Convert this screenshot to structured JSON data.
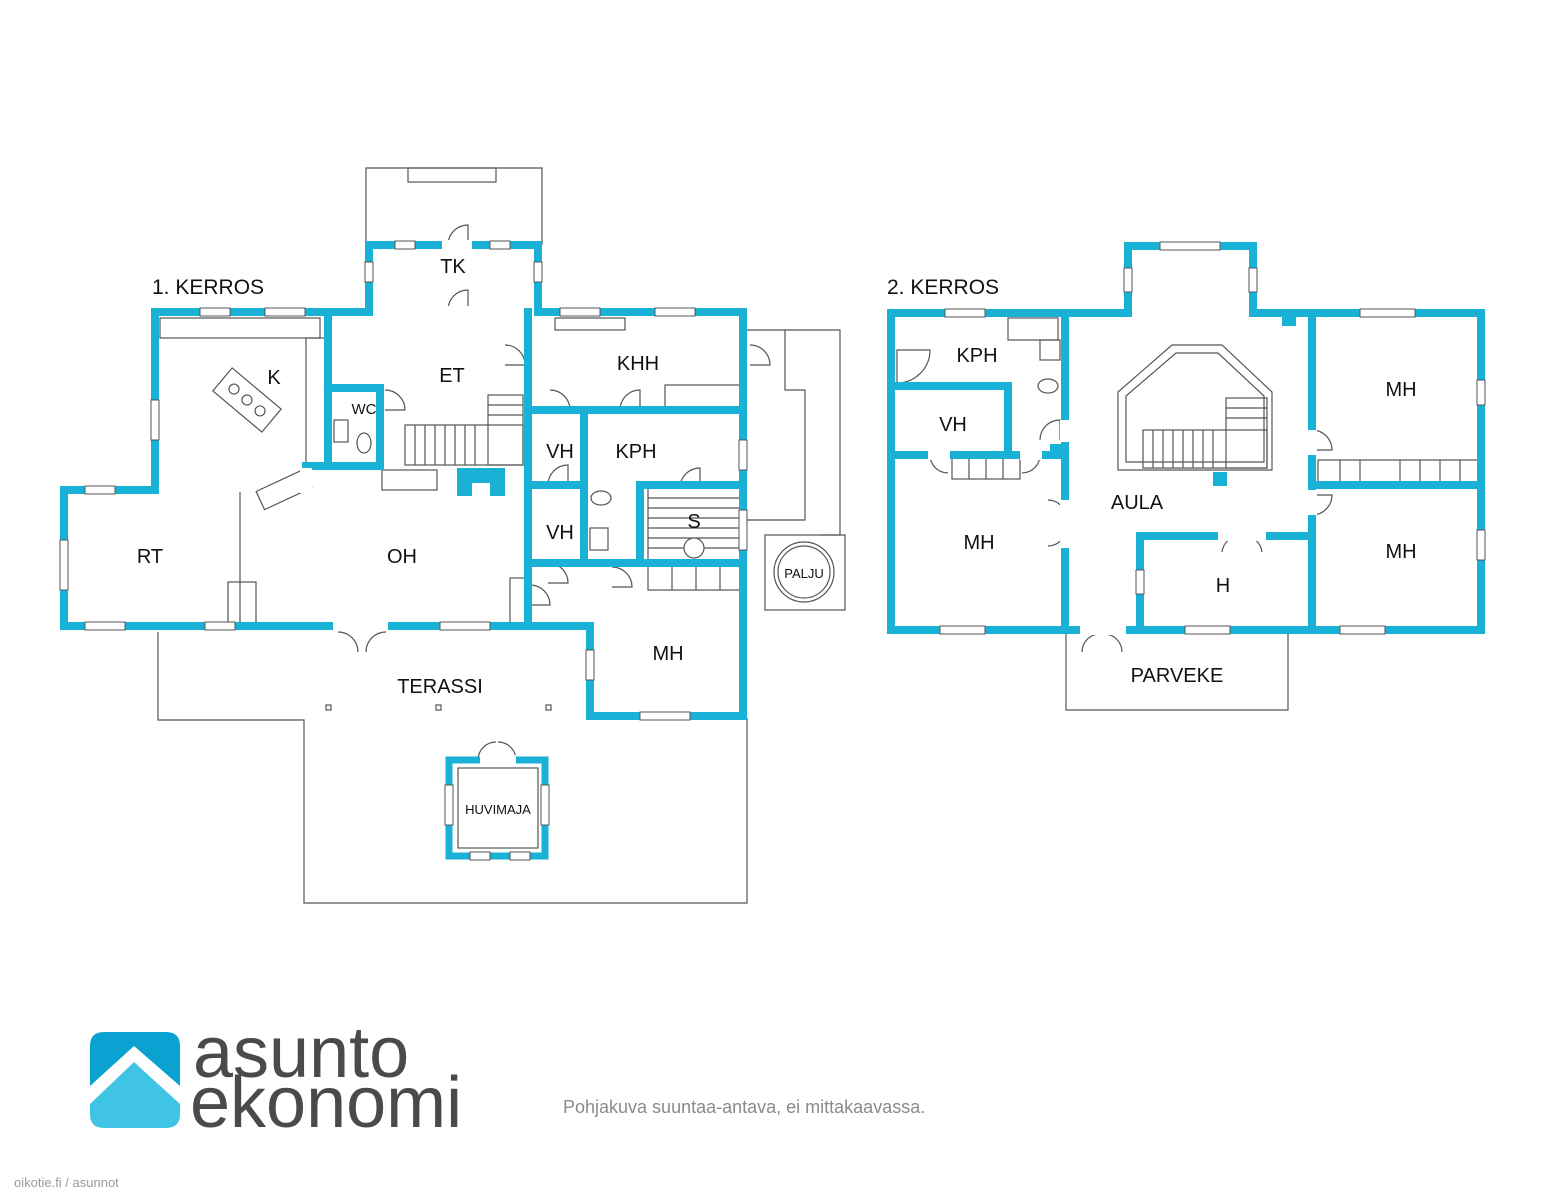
{
  "colors": {
    "wall": "#19b2d6",
    "line": "#555555",
    "logo_dark": "#0aa3d1",
    "logo_light": "#40c4e6"
  },
  "floor1": {
    "title": "1. KERROS",
    "rooms": {
      "tk": "TK",
      "k": "K",
      "et": "ET",
      "khh": "KHH",
      "wc": "WC",
      "vh1": "VH",
      "kph": "KPH",
      "vh2": "VH",
      "s": "S",
      "rt": "RT",
      "oh": "OH",
      "mh": "MH",
      "terassi": "TERASSI",
      "huvimaja": "HUVIMAJA",
      "palju": "PALJU"
    }
  },
  "floor2": {
    "title": "2. KERROS",
    "rooms": {
      "kph": "KPH",
      "vh": "VH",
      "mh_left": "MH",
      "aula": "AULA",
      "h": "H",
      "mh_top_right": "MH",
      "mh_bottom_right": "MH",
      "parveke": "PARVEKE"
    }
  },
  "logo": {
    "line1": "asunto",
    "line2": "ekonomi",
    "icon": "house-roof-icon"
  },
  "disclaimer": "Pohjakuva suuntaa-antava, ei mittakaavassa.",
  "credit": "oikotie.fi / asunnot"
}
